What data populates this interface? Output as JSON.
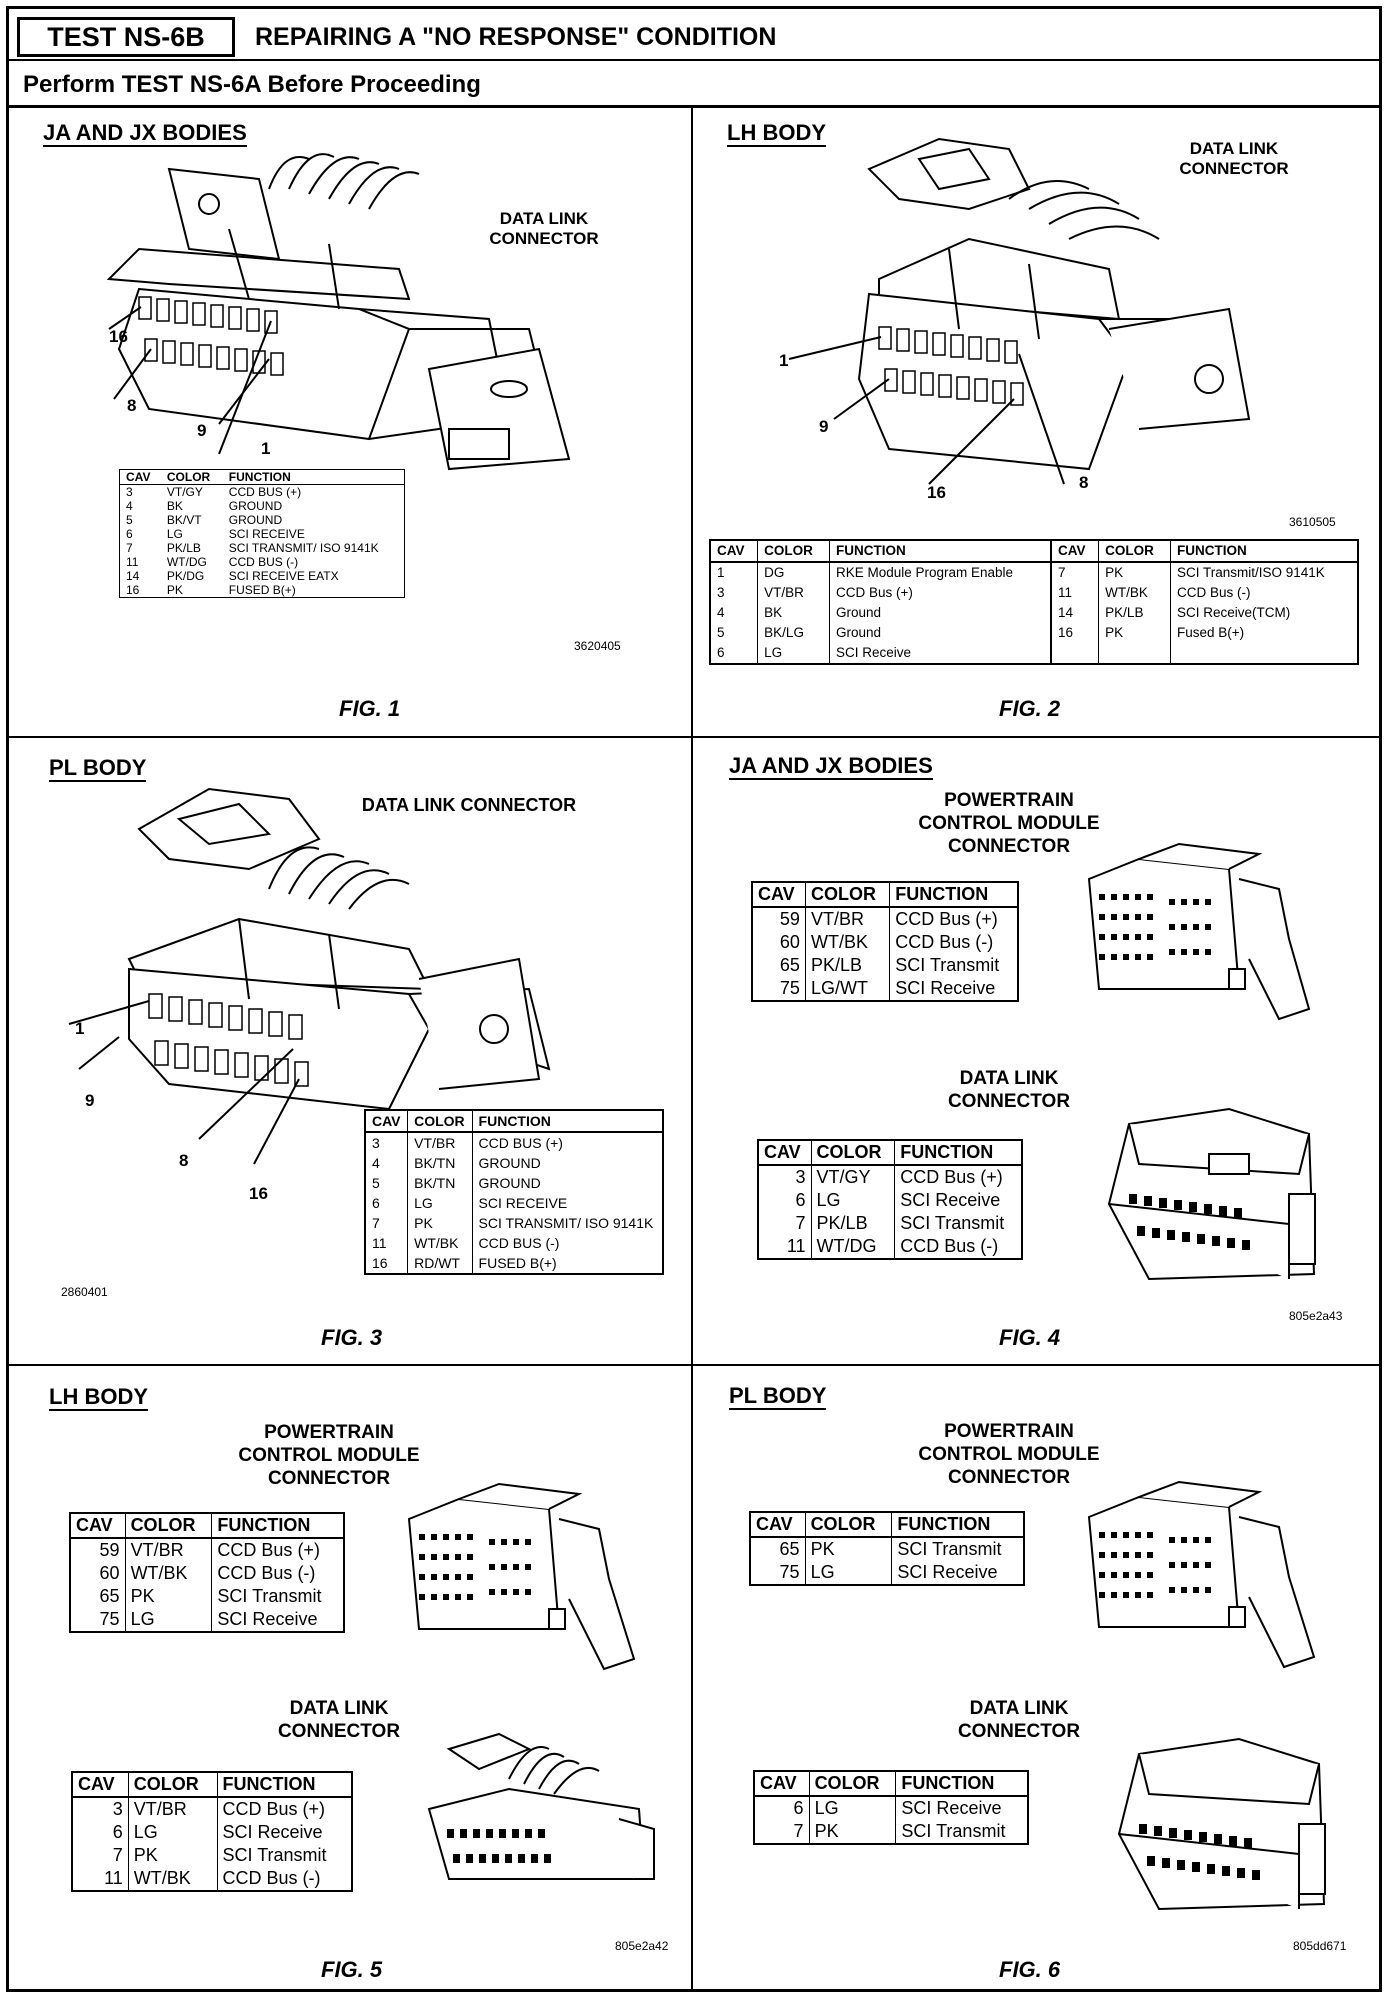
{
  "header": {
    "test_id": "TEST NS-6B",
    "title": "REPAIRING A \"NO RESPONSE\" CONDITION",
    "subtitle": "Perform TEST NS-6A Before Proceeding"
  },
  "fig1": {
    "body": "JA AND JX BODIES",
    "connector": [
      "DATA LINK",
      "CONNECTOR"
    ],
    "pins": [
      "16",
      "8",
      "9",
      "1"
    ],
    "code": "3620405",
    "caption": "FIG. 1",
    "headers": [
      "CAV",
      "COLOR",
      "FUNCTION"
    ],
    "rows": [
      [
        "3",
        "VT/GY",
        "CCD BUS (+)"
      ],
      [
        "4",
        "BK",
        "GROUND"
      ],
      [
        "5",
        "BK/VT",
        "GROUND"
      ],
      [
        "6",
        "LG",
        "SCI RECEIVE"
      ],
      [
        "7",
        "PK/LB",
        "SCI TRANSMIT/ ISO 9141K"
      ],
      [
        "11",
        "WT/DG",
        "CCD BUS (-)"
      ],
      [
        "14",
        "PK/DG",
        "SCI RECEIVE EATX"
      ],
      [
        "16",
        "PK",
        "FUSED B(+)"
      ]
    ]
  },
  "fig2": {
    "body": "LH BODY",
    "connector": [
      "DATA LINK",
      "CONNECTOR"
    ],
    "pins": [
      "1",
      "9",
      "16",
      "8"
    ],
    "code": "3610505",
    "caption": "FIG. 2",
    "headers": [
      "CAV",
      "COLOR",
      "FUNCTION",
      "CAV",
      "COLOR",
      "FUNCTION"
    ],
    "rows": [
      [
        "1",
        "DG",
        "RKE Module Program Enable",
        "7",
        "PK",
        "SCI Transmit/ISO 9141K"
      ],
      [
        "3",
        "VT/BR",
        "CCD Bus (+)",
        "11",
        "WT/BK",
        "CCD Bus (-)"
      ],
      [
        "4",
        "BK",
        "Ground",
        "14",
        "PK/LB",
        "SCI Receive(TCM)"
      ],
      [
        "5",
        "BK/LG",
        "Ground",
        "16",
        "PK",
        "Fused B(+)"
      ],
      [
        "6",
        "LG",
        "SCI Receive",
        "",
        "",
        ""
      ]
    ]
  },
  "fig3": {
    "body": "PL BODY",
    "connector": "DATA LINK CONNECTOR",
    "pins": [
      "1",
      "9",
      "8",
      "16"
    ],
    "code": "2860401",
    "caption": "FIG. 3",
    "headers": [
      "CAV",
      "COLOR",
      "FUNCTION"
    ],
    "rows": [
      [
        "3",
        "VT/BR",
        "CCD BUS (+)"
      ],
      [
        "4",
        "BK/TN",
        "GROUND"
      ],
      [
        "5",
        "BK/TN",
        "GROUND"
      ],
      [
        "6",
        "LG",
        "SCI RECEIVE"
      ],
      [
        "7",
        "PK",
        "SCI TRANSMIT/ ISO 9141K"
      ],
      [
        "11",
        "WT/BK",
        "CCD BUS (-)"
      ],
      [
        "16",
        "RD/WT",
        "FUSED B(+)"
      ]
    ]
  },
  "fig4": {
    "body": "JA AND JX BODIES",
    "pcm": [
      "POWERTRAIN",
      "CONTROL MODULE",
      "CONNECTOR"
    ],
    "dlc": [
      "DATA LINK",
      "CONNECTOR"
    ],
    "code": "805e2a43",
    "caption": "FIG. 4",
    "headers": [
      "CAV",
      "COLOR",
      "FUNCTION"
    ],
    "pcm_rows": [
      [
        "59",
        "VT/BR",
        "CCD Bus (+)"
      ],
      [
        "60",
        "WT/BK",
        "CCD Bus (-)"
      ],
      [
        "65",
        "PK/LB",
        "SCI Transmit"
      ],
      [
        "75",
        "LG/WT",
        "SCI Receive"
      ]
    ],
    "dlc_rows": [
      [
        "3",
        "VT/GY",
        "CCD Bus (+)"
      ],
      [
        "6",
        "LG",
        "SCI Receive"
      ],
      [
        "7",
        "PK/LB",
        "SCI Transmit"
      ],
      [
        "11",
        "WT/DG",
        "CCD Bus (-)"
      ]
    ]
  },
  "fig5": {
    "body": "LH BODY",
    "pcm": [
      "POWERTRAIN",
      "CONTROL MODULE",
      "CONNECTOR"
    ],
    "dlc": [
      "DATA LINK",
      "CONNECTOR"
    ],
    "code": "805e2a42",
    "caption": "FIG. 5",
    "headers": [
      "CAV",
      "COLOR",
      "FUNCTION"
    ],
    "pcm_rows": [
      [
        "59",
        "VT/BR",
        "CCD Bus (+)"
      ],
      [
        "60",
        "WT/BK",
        "CCD Bus (-)"
      ],
      [
        "65",
        "PK",
        "SCI Transmit"
      ],
      [
        "75",
        "LG",
        "SCI Receive"
      ]
    ],
    "dlc_rows": [
      [
        "3",
        "VT/BR",
        "CCD Bus (+)"
      ],
      [
        "6",
        "LG",
        "SCI Receive"
      ],
      [
        "7",
        "PK",
        "SCI Transmit"
      ],
      [
        "11",
        "WT/BK",
        "CCD Bus (-)"
      ]
    ]
  },
  "fig6": {
    "body": "PL BODY",
    "pcm": [
      "POWERTRAIN",
      "CONTROL MODULE",
      "CONNECTOR"
    ],
    "dlc": [
      "DATA LINK",
      "CONNECTOR"
    ],
    "code": "805dd671",
    "caption": "FIG. 6",
    "headers": [
      "CAV",
      "COLOR",
      "FUNCTION"
    ],
    "pcm_rows": [
      [
        "65",
        "PK",
        "SCI Transmit"
      ],
      [
        "75",
        "LG",
        "SCI Receive"
      ]
    ],
    "dlc_rows": [
      [
        "6",
        "LG",
        "SCI Receive"
      ],
      [
        "7",
        "PK",
        "SCI Transmit"
      ]
    ]
  }
}
